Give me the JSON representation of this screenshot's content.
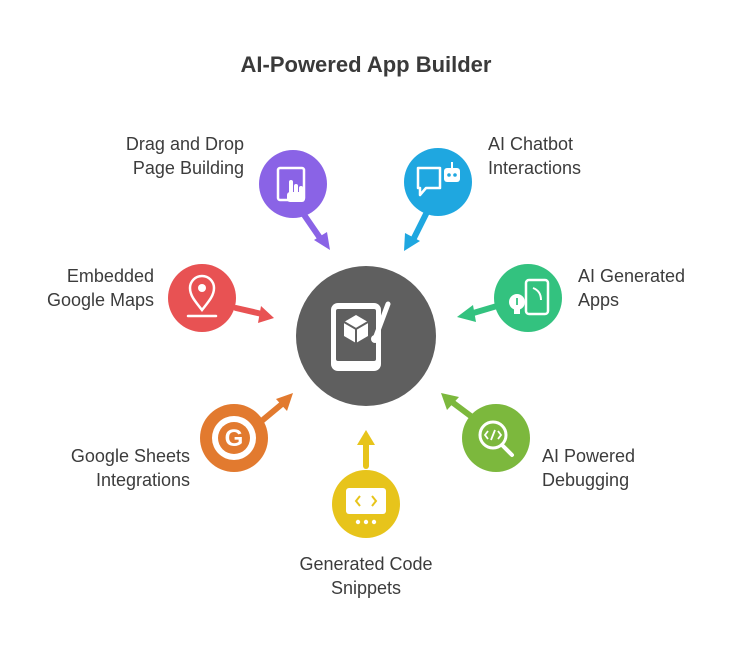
{
  "title": "AI-Powered App Builder",
  "center": {
    "icon": "mobile-app-builder-icon",
    "color": "#5f5f5f"
  },
  "items": [
    {
      "line1": "Drag and Drop",
      "line2": "Page Building",
      "color": "#8a63e6",
      "icon": "drag-drop-hand-icon"
    },
    {
      "line1": "AI Chatbot",
      "line2": "Interactions",
      "color": "#1fa7e0",
      "icon": "chatbot-icon"
    },
    {
      "line1": "AI Generated",
      "line2": "Apps",
      "color": "#33c27f",
      "icon": "ai-apps-icon"
    },
    {
      "line1": "AI Powered",
      "line2": "Debugging",
      "color": "#7cb83d",
      "icon": "code-debug-icon"
    },
    {
      "line1": "Generated Code",
      "line2": "Snippets",
      "color": "#e7c41b",
      "icon": "code-snippet-icon"
    },
    {
      "line1": "Google Sheets",
      "line2": "Integrations",
      "color": "#e27a2f",
      "icon": "google-icon"
    },
    {
      "line1": "Embedded",
      "line2": "Google Maps",
      "color": "#e85253",
      "icon": "map-pin-icon"
    }
  ]
}
